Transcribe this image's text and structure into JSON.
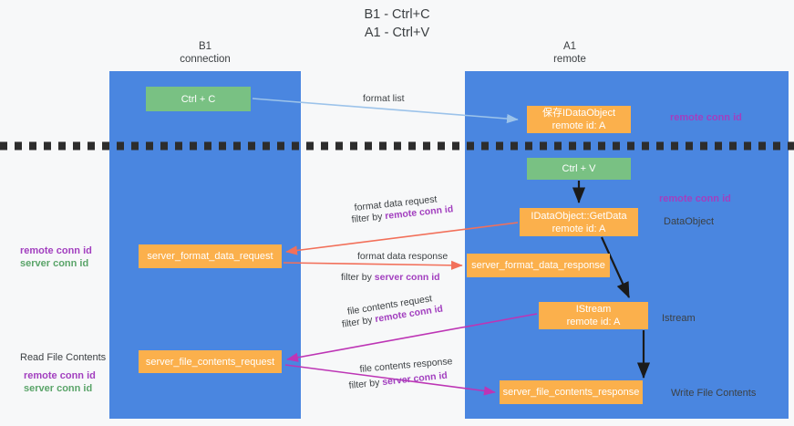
{
  "title": {
    "line1": "B1 - Ctrl+C",
    "line2": "A1 - Ctrl+V"
  },
  "lanes": [
    {
      "id": "b1",
      "name": "B1",
      "role": "connection",
      "color": "#4a86e0"
    },
    {
      "id": "a1",
      "name": "A1",
      "role": "remote",
      "color": "#4a86e0"
    }
  ],
  "colors": {
    "lane": "#4a86e0",
    "green_box": "#79c183",
    "orange_box": "#fbb04c",
    "purple_text": "#a23fbf",
    "green_text": "#5aa469",
    "red_arrow": "#f2705a",
    "magenta_arrow": "#bd35b5",
    "blue_arrow": "#9cc3ea",
    "black_arrow": "#1a1a1a",
    "background": "#f7f8f9"
  },
  "boxes": {
    "ctrl_c": {
      "label": "Ctrl + C",
      "kind": "green"
    },
    "idataobject": {
      "line1": "保存IDataObject",
      "line2": "remote id: A",
      "kind": "orange"
    },
    "ctrl_v": {
      "label": "Ctrl + V",
      "kind": "green"
    },
    "getdata": {
      "line1": "IDataObject::GetData",
      "line2": "remote id: A",
      "kind": "orange"
    },
    "server_format_data_request": {
      "label": "server_format_data_request",
      "kind": "orange"
    },
    "server_format_data_response": {
      "label": "server_format_data_response",
      "kind": "orange"
    },
    "istream": {
      "line1": "IStream",
      "line2": "remote id: A",
      "kind": "orange"
    },
    "server_file_contents_request": {
      "label": "server_file_contents_request",
      "kind": "orange"
    },
    "server_file_contents_response": {
      "label": "server_file_contents_response",
      "kind": "orange"
    }
  },
  "edge_labels": {
    "format_list": "format list",
    "format_data_request": "format data request",
    "format_data_request_filter_prefix": "filter by ",
    "format_data_request_filter_key": "remote conn id",
    "format_data_response": "format data response",
    "format_data_response_filter_prefix": "filter by ",
    "format_data_response_filter_key": "server conn id",
    "file_contents_request": "file contents request",
    "file_contents_request_filter_prefix": "filter by ",
    "file_contents_request_filter_key": "remote conn id",
    "file_contents_response": "file contents response",
    "file_contents_response_filter_prefix": "filter by ",
    "file_contents_response_filter_key": "server conn id"
  },
  "annotations": {
    "right_remote_conn_id_top": "remote conn id",
    "right_remote_conn_id_mid": "remote conn id",
    "right_dataobject": "DataObject",
    "right_istream": "Istream",
    "right_write_file_contents": "Write File Contents",
    "left_remote_conn_id": "remote conn id",
    "left_server_conn_id": "server conn id",
    "left_read_file_contents": "Read File Contents",
    "left_remote_conn_id_2": "remote conn id",
    "left_server_conn_id_2": "server conn id"
  }
}
